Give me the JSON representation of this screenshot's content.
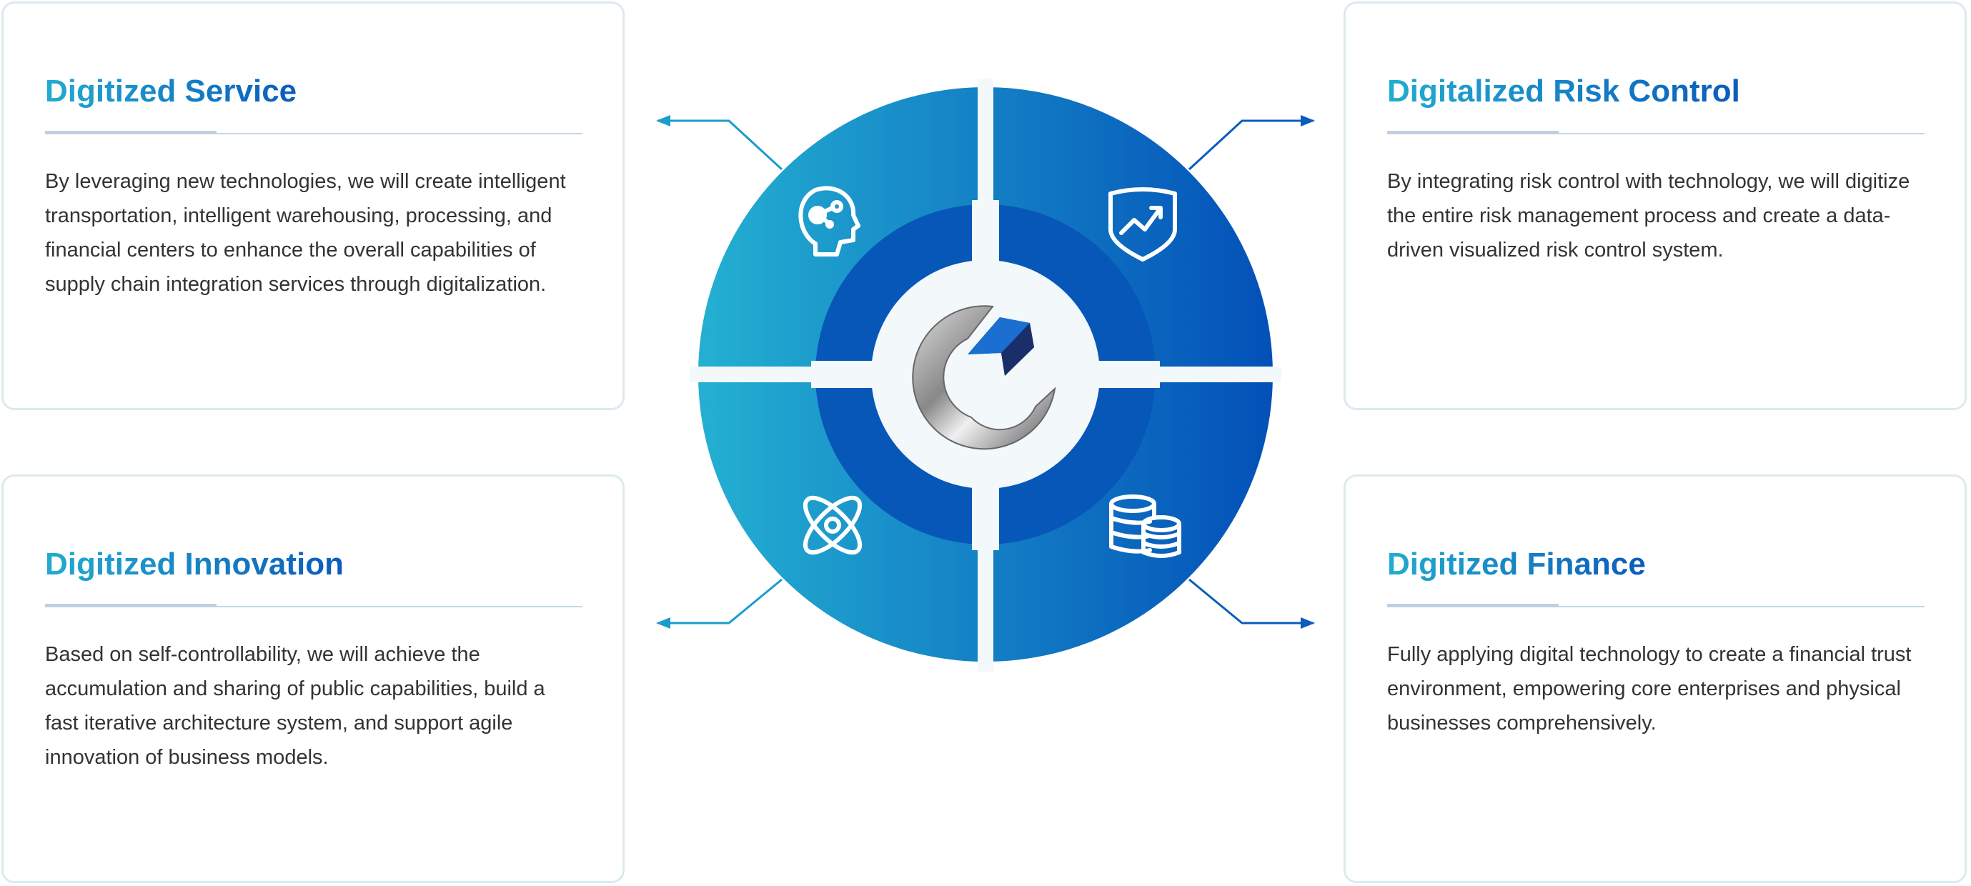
{
  "cards": [
    {
      "title": "Digitized Service",
      "body": "By leveraging new technologies, we will create intelligent transportation, intelligent warehousing, processing, and financial centers to enhance the overall capabilities of supply chain integration services through digitalization."
    },
    {
      "title": "Digitalized Risk Control",
      "body": "By integrating risk control with technology, we will digitize the entire risk management process and create a data-driven visualized risk control system."
    },
    {
      "title": "Digitized Innovation",
      "body": "Based on self-controllability, we will achieve the accumulation and sharing of public capabilities, build a fast iterative architecture system, and support agile innovation of business models."
    },
    {
      "title": "Digitized Finance",
      "body": "Fully applying digital technology to create a financial trust environment, empowering core enterprises and physical businesses comprehensively."
    }
  ],
  "icons": [
    "brain-network-icon",
    "shield-growth-icon",
    "atom-icon",
    "database-icon"
  ],
  "colors": {
    "accent_light": "#22acd0",
    "accent_dark": "#0350b8",
    "inner_ring": "#0757b8",
    "center_bg": "#f3f8fb",
    "arrow": "#1a8fc8"
  }
}
